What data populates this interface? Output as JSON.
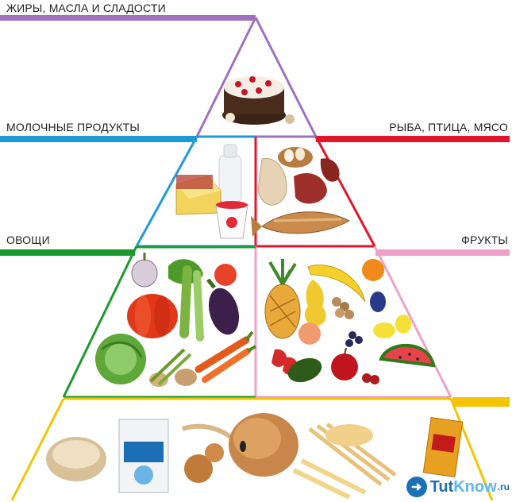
{
  "labels": {
    "fats": "ЖИРЫ, МАСЛА И СЛАДОСТИ",
    "dairy": "МОЛОЧНЫЕ ПРОДУКТЫ",
    "meat": "РЫБА, ПТИЦА, МЯСО",
    "vegetables": "ОВОЩИ",
    "fruits": "ФРУКТЫ"
  },
  "logo": {
    "part1": "Tut",
    "part2": "Know",
    "part3": ".ru"
  },
  "colors": {
    "fats": "#a070c0",
    "dairy": "#1d9bd6",
    "meat": "#e3152b",
    "vegetables": "#1a9a2e",
    "fruits": "#f0a0c8",
    "grains": "#f2c500"
  },
  "icons": [
    "cake-icon",
    "milk-bottle-icon",
    "cheese-icon",
    "yogurt-icon",
    "meat-icon",
    "fish-icon",
    "eggs-icon",
    "pumpkin-icon",
    "eggplant-icon",
    "cabbage-icon",
    "carrot-icon",
    "pineapple-icon",
    "banana-icon",
    "watermelon-icon",
    "apple-icon",
    "bread-icon",
    "pasta-icon",
    "grain-pack-icon"
  ]
}
